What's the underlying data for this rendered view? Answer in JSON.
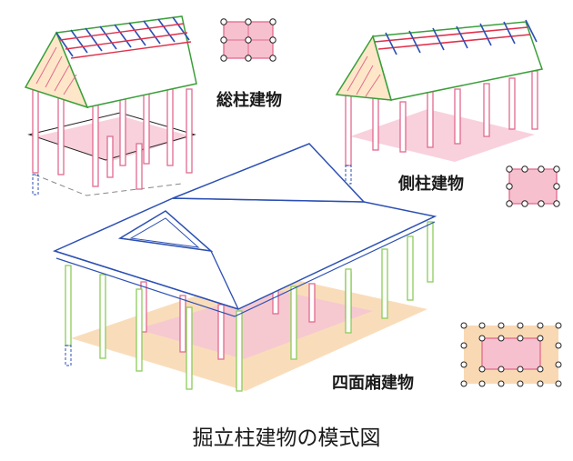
{
  "labels": {
    "soubashira": "総柱建物",
    "gawabashira": "側柱建物",
    "shimenbisashi": "四面廂建物"
  },
  "caption": "掘立柱建物の模式図",
  "colors": {
    "post_pink": "#e26a8e",
    "post_green": "#8ccc5a",
    "roof_blue": "#2b4fb3",
    "floor_pink": "#f6c6d4",
    "floor_orange": "#f8d9b4",
    "plan_fill_pink": "#f7c0cf"
  }
}
